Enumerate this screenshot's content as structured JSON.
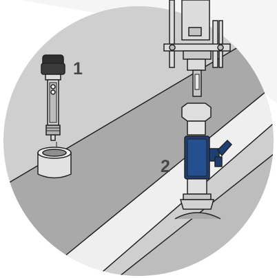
{
  "steps": [
    {
      "number": "1",
      "description": "sensor-probe-and-cap"
    },
    {
      "number": "2",
      "description": "ball-valve-assembly-on-pipe"
    }
  ],
  "colors": {
    "background": "#ffffff",
    "circle": "#cfcfcf",
    "pipe_band": "#a9a9a9",
    "pipe_gap": "#f2f2f2",
    "outline": "#222222",
    "metal_light": "#dcdcdc",
    "metal_mid": "#b3b3b3",
    "cap_dark": "#2f2f2f",
    "valve_body": "#1d3f75",
    "label_text": "#474747"
  }
}
